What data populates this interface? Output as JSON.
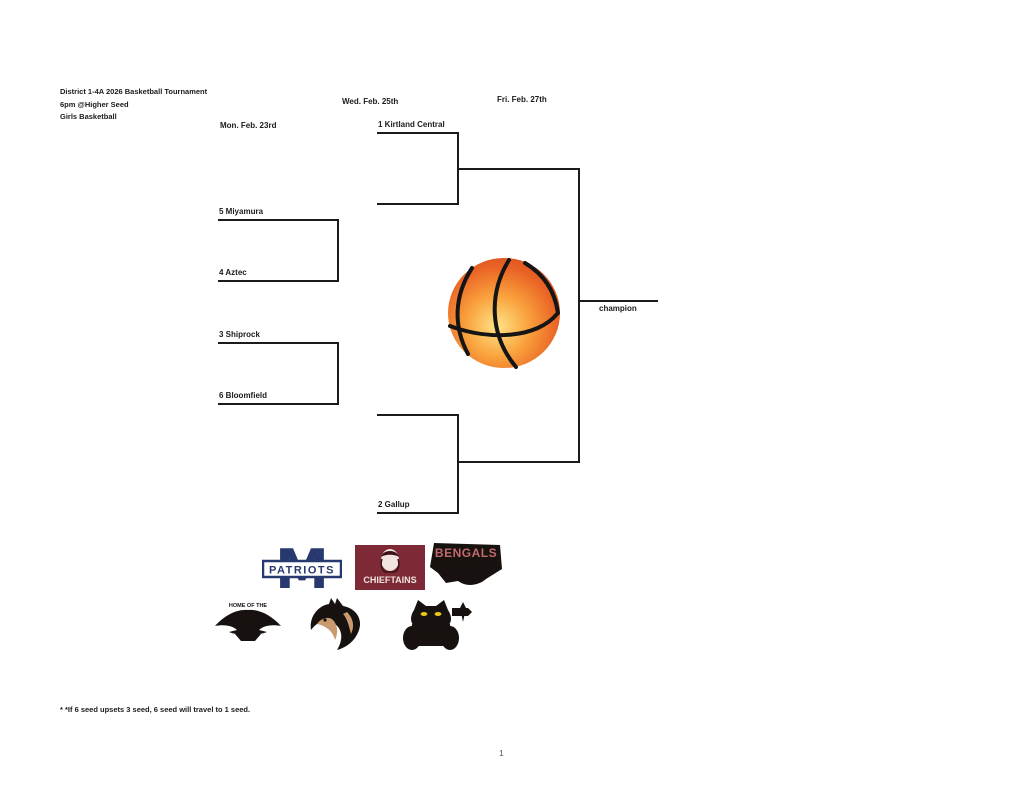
{
  "document": {
    "title_line1": "District 1-4A 2026 Basketball Tournament",
    "title_line2": "6pm @Higher Seed",
    "title_line3": "Girls Basketball",
    "footnote": "* *If 6 seed upsets 3 seed, 6 seed will travel to 1 seed.",
    "page_number": "1"
  },
  "bracket": {
    "round_dates": [
      {
        "label": "Mon. Feb. 23rd"
      },
      {
        "label": "Wed. Feb. 25th"
      },
      {
        "label": "Fri. Feb. 27th"
      }
    ],
    "teams": [
      {
        "label": "1 Kirtland Central"
      },
      {
        "label": "5 Miyamura"
      },
      {
        "label": "4 Aztec"
      },
      {
        "label": "3 Shiprock"
      },
      {
        "label": "6 Bloomfield"
      },
      {
        "label": "2 Gallup"
      }
    ],
    "champion_label": "champion"
  },
  "logos": [
    {
      "name": "miyamura-patriots",
      "text": "PATRIOTS",
      "letter": "M"
    },
    {
      "name": "shiprock-chieftains",
      "text": "CHIEFTAINS"
    },
    {
      "name": "gallup-bengals",
      "text": "BENGALS"
    },
    {
      "name": "aztec-home-of-the",
      "text": "HOME OF THE"
    },
    {
      "name": "kirtland-central-broncos",
      "text": ""
    },
    {
      "name": "bloomfield-bobcats",
      "text": ""
    }
  ],
  "colors": {
    "line": "#1b1b1b",
    "patriots_navy": "#27396e",
    "chieftains_maroon": "#7e2a36",
    "bengals_black": "#17120f",
    "bengals_text": "#c06a6e",
    "bronco_tan": "#c99a6e",
    "bobcat_yellow": "#e8c621",
    "basketball_highlight": "#ffe487",
    "basketball_orange": "#ef7a2d",
    "basketball_edge": "#d1491d"
  }
}
